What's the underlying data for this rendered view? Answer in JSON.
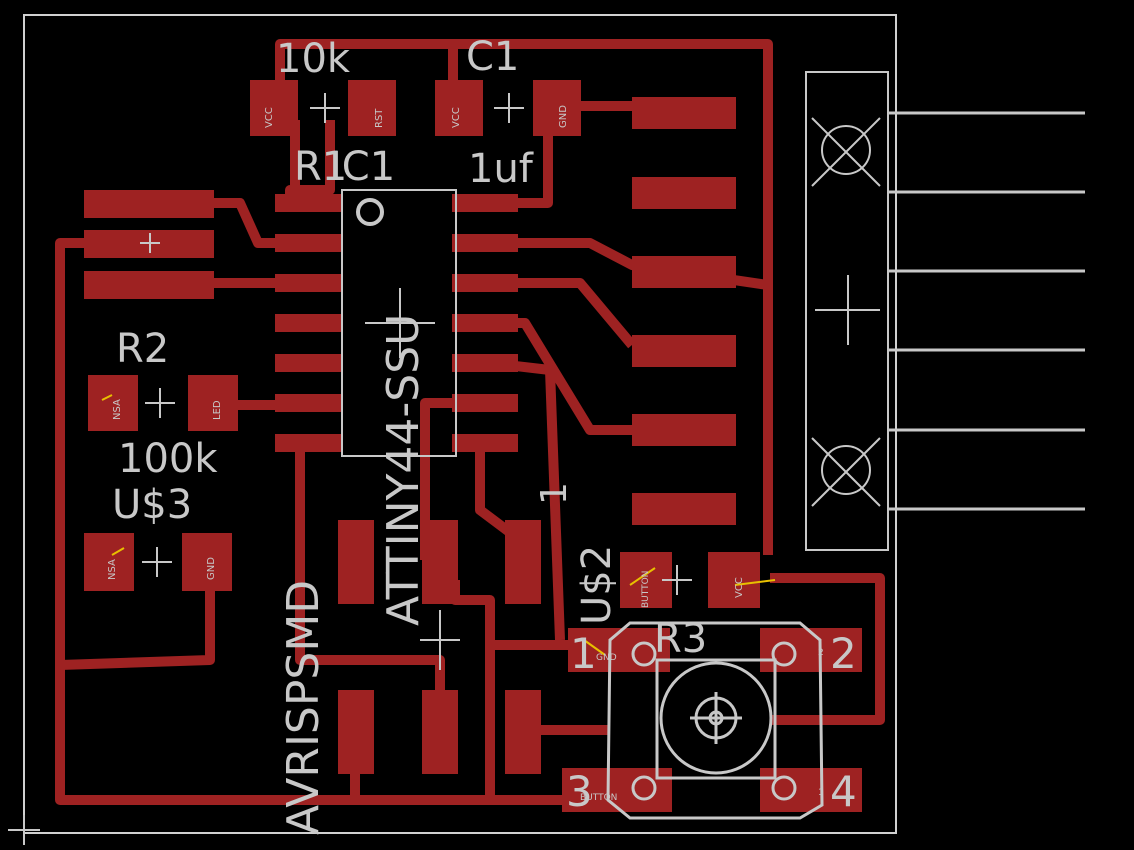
{
  "colors": {
    "background": "#000000",
    "copper": "#9e2222",
    "silkscreen": "#c8c8c8",
    "outline": "#d0d0d0",
    "marker": "#e8c000"
  },
  "labels": {
    "r1_value": "10k",
    "c1_name": "C1",
    "r1_name": "R1",
    "ic1_name": "IC1",
    "c1_value": "1uf",
    "r2_name": "R2",
    "r2_value": "100k",
    "u3_name": "U$3",
    "ic_part": "ATTINY44-SSU",
    "isp_part": "AVRISPSMD",
    "isp_pin1": "1",
    "u2_name": "U$2",
    "r3_name": "R3",
    "sw_pin1": "1",
    "sw_pin2": "2",
    "sw_pin3": "3",
    "sw_pin4": "4"
  },
  "pad_text": {
    "vcc": "VCC",
    "rst": "RST",
    "gnd": "GND",
    "nsa": "NSA",
    "led": "LED",
    "button": "BUTTON",
    "one": "1",
    "two": "2"
  },
  "icons": [
    "crosshair-marker",
    "pin1-circle",
    "mount-hole-x"
  ]
}
